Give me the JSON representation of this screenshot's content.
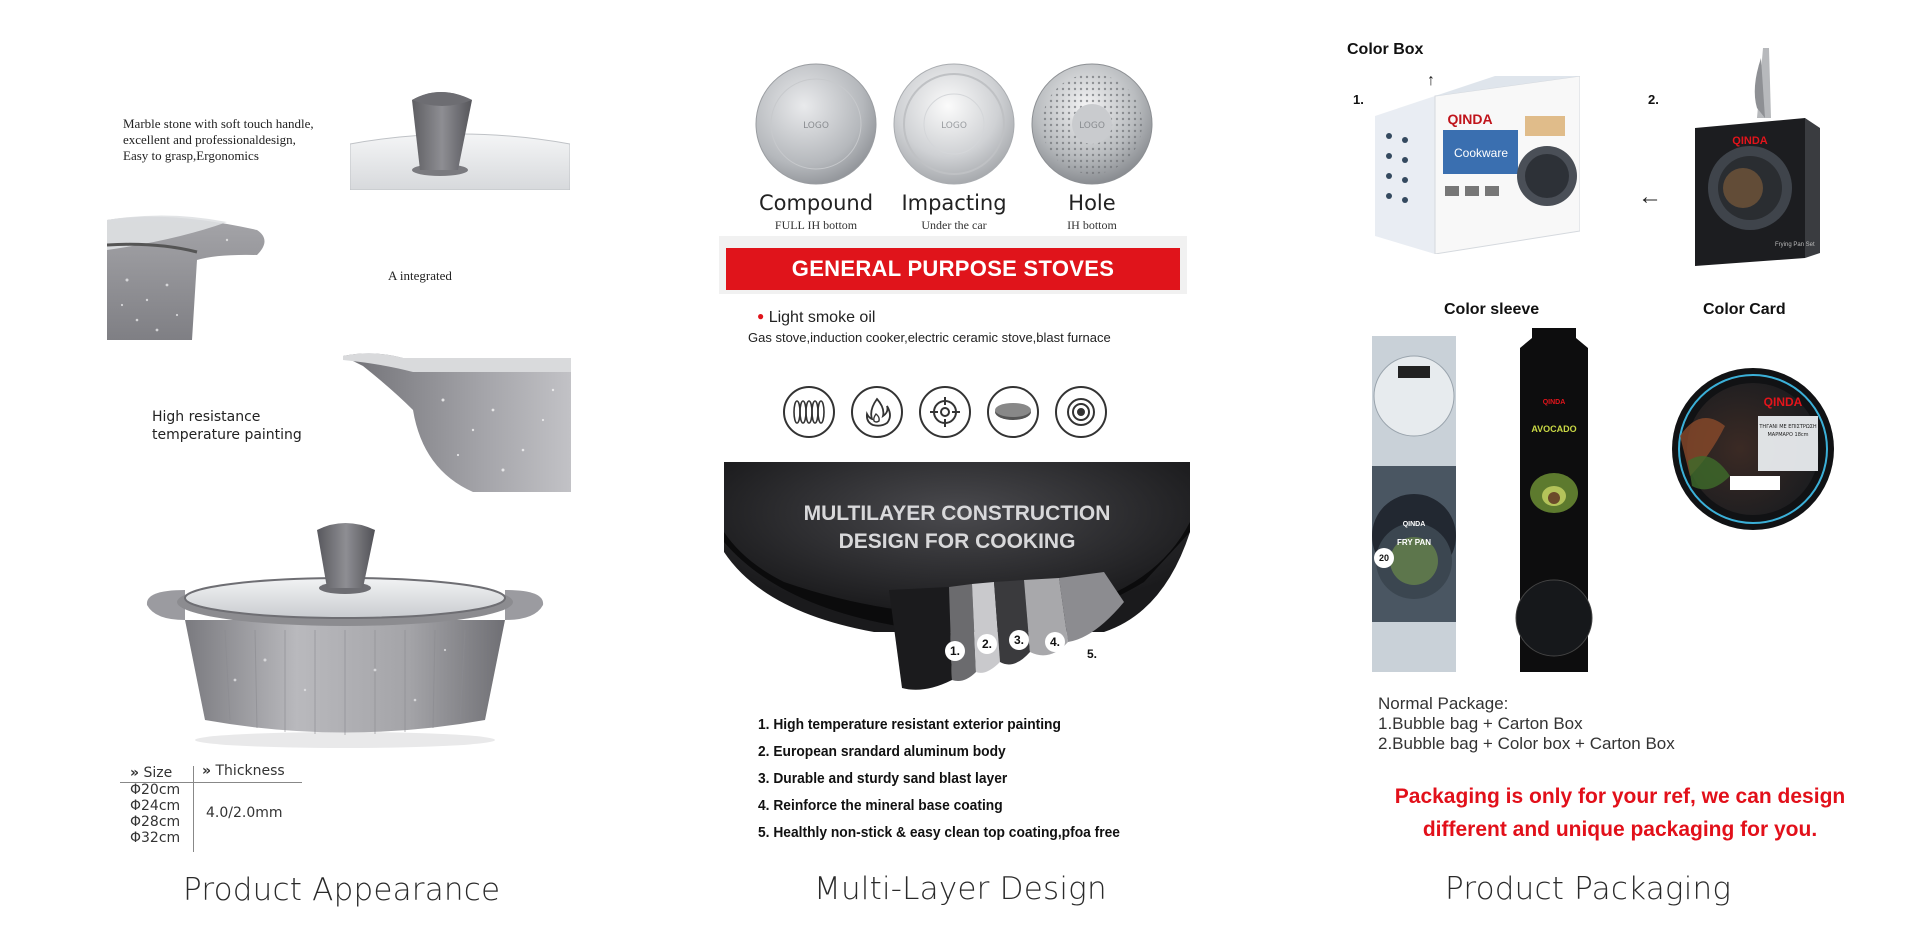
{
  "col1": {
    "handle_text_1": "Marble stone with soft touch handle,",
    "handle_text_2": "excellent and professionaldesign,",
    "handle_text_3": "Easy to grasp,Ergonomics",
    "integrated_text": "A integrated",
    "resistance_text_1": "High resistance",
    "resistance_text_2": "temperature painting",
    "table": {
      "size_header": "Size",
      "thickness_header": "Thickness",
      "sizes": [
        "Φ20cm",
        "Φ24cm",
        "Φ28cm",
        "Φ32cm"
      ],
      "thickness": "4.0/2.0mm"
    },
    "caption": "Product Appearance"
  },
  "col2": {
    "bottoms": [
      {
        "name": "Compound",
        "sub": "FULL IH bottom",
        "logo": "LOGO"
      },
      {
        "name": "Impacting",
        "sub": "Under the car",
        "logo": "LOGO"
      },
      {
        "name": "Hole",
        "sub": "IH bottom",
        "logo": "LOGO"
      }
    ],
    "banner": "GENERAL PURPOSE STOVES",
    "bullet": "Light smoke oil",
    "stoves": "Gas stove,induction cooker,electric ceramic stove,blast furnace",
    "stove_icons": [
      "coil-stove-icon",
      "flame-icon",
      "gas-burner-icon",
      "ceramic-plate-icon",
      "induction-icon"
    ],
    "layer_title_1": "MULTILAYER CONSTRUCTION",
    "layer_title_2": "DESIGN FOR COOKING",
    "layer_numbers": [
      "1.",
      "2.",
      "3.",
      "4.",
      "5."
    ],
    "features": [
      "1. High temperature resistant exterior painting",
      "2. European srandard aluminum body",
      "3. Durable and sturdy sand blast layer",
      "4. Reinforce the mineral base coating",
      "5. Healthly non-stick & easy clean top coating,pfoa free"
    ],
    "caption": "Multi-Layer Design"
  },
  "col3": {
    "color_box": "Color Box",
    "num1": "1.",
    "num2": "2.",
    "brand": "QINDA",
    "color_sleeve": "Color sleeve",
    "color_card": "Color Card",
    "sleeve1_label": "FRY PAN",
    "sleeve2_label": "AVOCADO",
    "sleeve_size": "20",
    "box_side_text": "Cookware",
    "box2_text": "Frying Pan Set",
    "card_text_1": "ΤΗΓΑΝΙ ΜΕ ΕΠΙΣΤΡΩΣΗ",
    "card_text_2": "ΜΑΡΜΑΡΟ 18cm",
    "normal_package_title": "Normal Package:",
    "normal_package_1": "1.Bubble bag + Carton Box",
    "normal_package_2": "2.Bubble bag + Color box + Carton Box",
    "note_1": "Packaging is only for your ref, we can design",
    "note_2": "different and unique packaging for you.",
    "caption": "Product Packaging"
  },
  "colors": {
    "red": "#e0141b",
    "stone_grey": "#8a8a8e",
    "box_blue": "#3a6fb0"
  }
}
